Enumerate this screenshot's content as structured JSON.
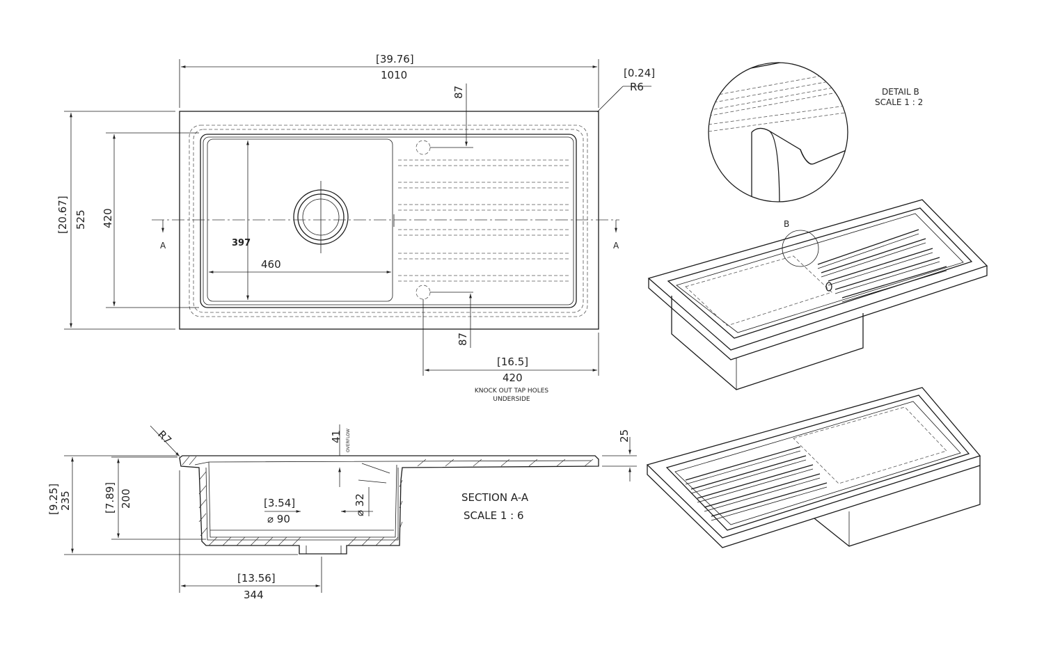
{
  "top_view": {
    "overall_length_in": "[39.76]",
    "overall_length_mm": "1010",
    "corner_radius_in": "[0.24]",
    "corner_radius_mm": "R6",
    "width_in": "[20.67]",
    "width_mm": "525",
    "bowl_width": "420",
    "bowl_inner": "397",
    "bowl_length": "460",
    "tap_offset_top": "87",
    "tap_offset_bottom": "87",
    "section_mark": "A",
    "tap_spacing_in": "[16.5]",
    "tap_spacing_mm": "420",
    "note_line1": "KNOCK OUT TAP HOLES",
    "note_line2": "UNDERSIDE"
  },
  "section_view": {
    "corner_radius": "R7",
    "overflow_depth": "41",
    "overflow_label": "OVERFLOW",
    "rim_thickness": "25",
    "total_depth_in": "[9.25]",
    "total_depth_mm": "235",
    "bowl_depth_in": "[7.89]",
    "bowl_depth_mm": "200",
    "waste_dia_in": "[3.54]",
    "waste_dia_mm": "⌀ 90",
    "overflow_dia": "⌀ 32",
    "offset_in": "[13.56]",
    "offset_mm": "344",
    "title": "SECTION A-A",
    "scale": "SCALE 1 : 6"
  },
  "detail": {
    "title": "DETAIL B",
    "scale": "SCALE 1 : 2",
    "callout": "B"
  }
}
